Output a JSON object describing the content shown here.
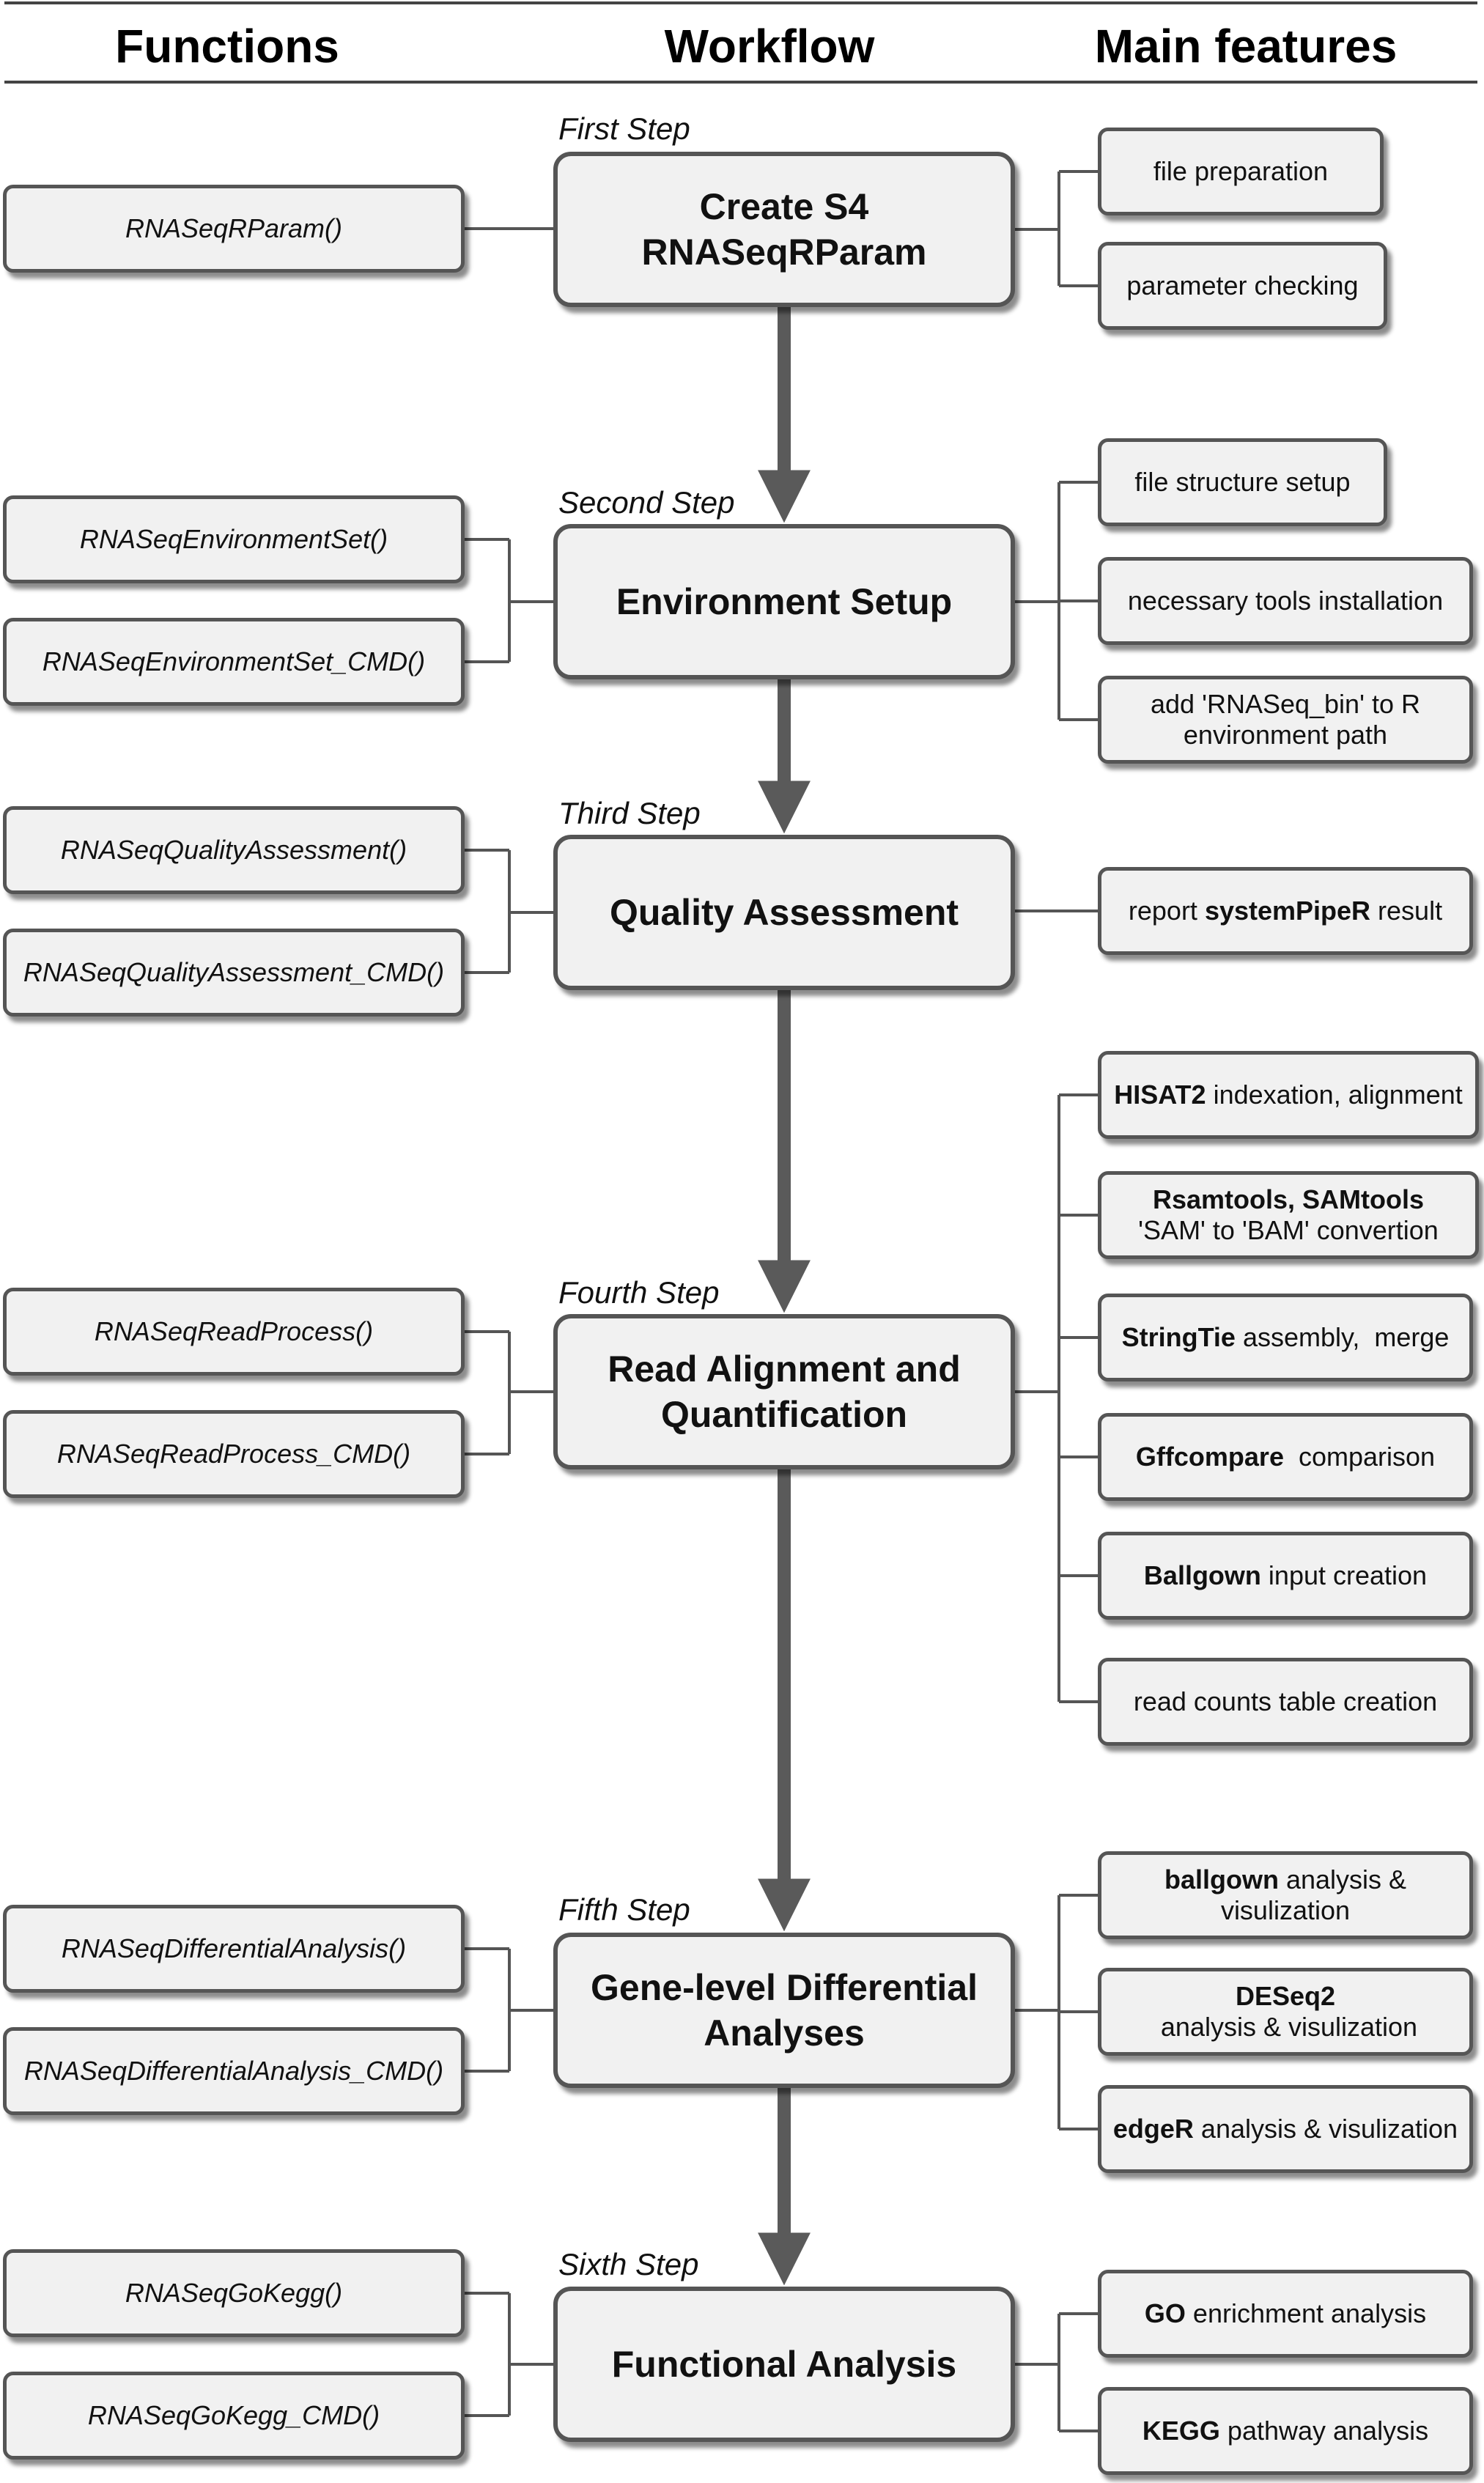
{
  "headers": {
    "functions": "Functions",
    "workflow": "Workflow",
    "features": "Main features"
  },
  "colors": {
    "box_fill": "#f1f1f1",
    "box_border": "#555555",
    "line": "#555555",
    "arrow": "#5a5a5a"
  },
  "steps": [
    {
      "label": "First Step",
      "title": [
        "Create S4",
        "RNASeqRParam"
      ],
      "functions": [
        "RNASeqRParam()"
      ],
      "features": [
        {
          "bold": "",
          "text": "file preparation"
        },
        {
          "bold": "",
          "text": "parameter checking"
        }
      ]
    },
    {
      "label": "Second Step",
      "title": [
        "Environment Setup"
      ],
      "functions": [
        "RNASeqEnvironmentSet()",
        "RNASeqEnvironmentSet_CMD()"
      ],
      "features": [
        {
          "bold": "",
          "text": "file structure setup"
        },
        {
          "bold": "",
          "text": "necessary tools installation"
        },
        {
          "bold": "",
          "text": "add 'RNASeq_bin' to R",
          "line2": "environment path"
        }
      ]
    },
    {
      "label": "Third Step",
      "title": [
        "Quality Assessment"
      ],
      "functions": [
        "RNASeqQualityAssessment()",
        "RNASeqQualityAssessment_CMD()"
      ],
      "features": [
        {
          "pre": "report ",
          "bold": "systemPipeR",
          "text": " result"
        }
      ]
    },
    {
      "label": "Fourth Step",
      "title": [
        "Read Alignment and",
        "Quantification"
      ],
      "functions": [
        "RNASeqReadProcess()",
        "RNASeqReadProcess_CMD()"
      ],
      "features": [
        {
          "bold": "HISAT2",
          "text": " indexation, alignment"
        },
        {
          "bold": "Rsamtools, SAMtools",
          "text": "",
          "line2": "'SAM' to 'BAM' convertion"
        },
        {
          "bold": "StringTie",
          "text": " assembly,  merge"
        },
        {
          "bold": "Gffcompare",
          "text": "  comparison"
        },
        {
          "bold": "Ballgown",
          "text": " input creation"
        },
        {
          "bold": "",
          "text": "read counts table creation"
        }
      ]
    },
    {
      "label": "Fifth Step",
      "title": [
        "Gene-level Differential",
        "Analyses"
      ],
      "functions": [
        "RNASeqDifferentialAnalysis()",
        "RNASeqDifferentialAnalysis_CMD()"
      ],
      "features": [
        {
          "bold": "ballgown",
          "text": " analysis &",
          "line2": "visulization"
        },
        {
          "bold": "DESeq2",
          "text": " analysis & visulization"
        },
        {
          "bold": "edgeR",
          "text": " analysis & visulization"
        }
      ]
    },
    {
      "label": "Sixth Step",
      "title": [
        "Functional Analysis"
      ],
      "functions": [
        "RNASeqGoKegg()",
        "RNASeqGoKegg_CMD()"
      ],
      "features": [
        {
          "bold": "GO",
          "text": " enrichment analysis"
        },
        {
          "bold": "KEGG",
          "text": " pathway analysis"
        }
      ]
    }
  ]
}
